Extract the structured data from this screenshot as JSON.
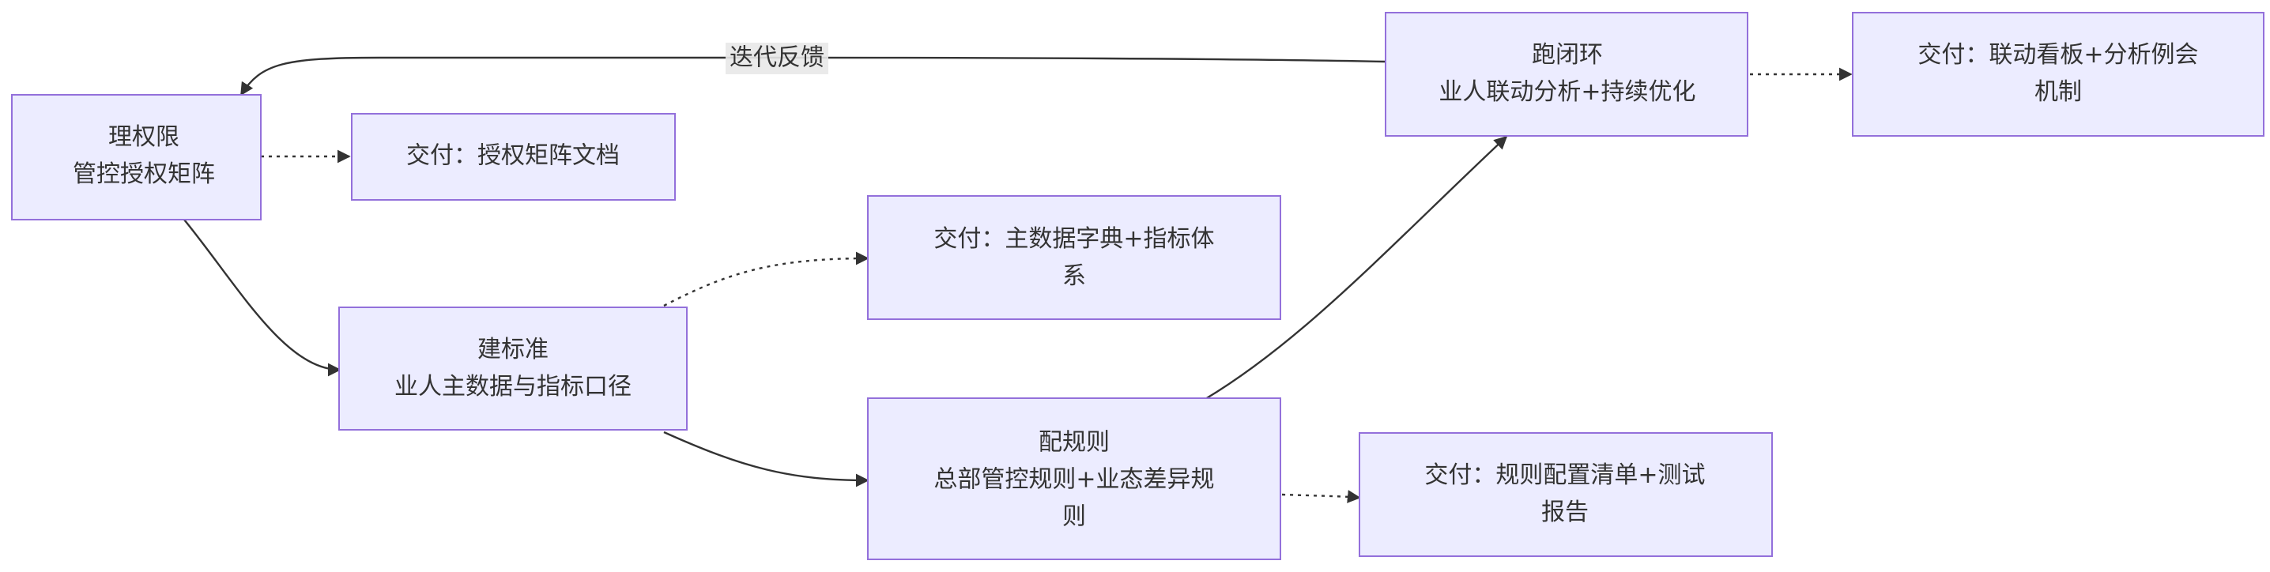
{
  "nodes": {
    "permission": {
      "lines": [
        "理权限",
        "管控授权矩阵"
      ]
    },
    "deliver_permission": {
      "lines": [
        "交付：授权矩阵文档"
      ]
    },
    "standard": {
      "lines": [
        "建标准",
        "业人主数据与指标口径"
      ]
    },
    "deliver_standard": {
      "lines": [
        "交付：主数据字典+指标体",
        "系"
      ]
    },
    "rules": {
      "lines": [
        "配规则",
        "总部管控规则+业态差异规",
        "则"
      ]
    },
    "deliver_rules": {
      "lines": [
        "交付：规则配置清单+测试",
        "报告"
      ]
    },
    "loop": {
      "lines": [
        "跑闭环",
        "业人联动分析+持续优化"
      ]
    },
    "deliver_loop": {
      "lines": [
        "交付：联动看板+分析例会",
        "机制"
      ]
    }
  },
  "edges": {
    "feedback_label": "迭代反馈"
  }
}
